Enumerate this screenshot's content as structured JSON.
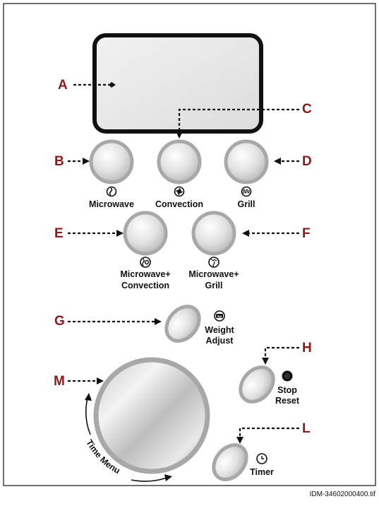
{
  "callouts": {
    "a": "A",
    "b": "B",
    "c": "C",
    "d": "D",
    "e": "E",
    "f": "F",
    "g": "G",
    "h": "H",
    "l": "L",
    "m": "M"
  },
  "buttons": {
    "microwave": "Microwave",
    "convection": "Convection",
    "grill": "Grill",
    "mw_conv_line1": "Microwave+",
    "mw_conv_line2": "Convection",
    "mw_grill_line1": "Microwave+",
    "mw_grill_line2": "Grill",
    "weight_line1": "Weight",
    "weight_line2": "Adjust",
    "stop_line1": "Stop",
    "stop_line2": "Reset",
    "timer": "Timer"
  },
  "dial": {
    "label": "Time Menu"
  },
  "icons": {
    "microwave": "microwave-icon",
    "convection": "convection-fan-icon",
    "grill": "grill-element-icon",
    "mw_conv": "microwave-convection-icon",
    "mw_grill": "microwave-grill-icon",
    "weight": "weight-icon",
    "stop": "stop-icon",
    "timer": "clock-icon"
  },
  "colors": {
    "callout": "#8b1a1a",
    "frame": "#111111",
    "button_ring": "#a8a8a8"
  },
  "file_id": "IDM-34602000400.tif"
}
